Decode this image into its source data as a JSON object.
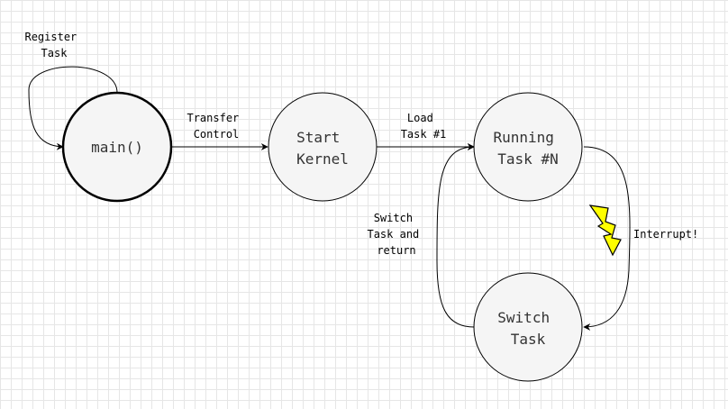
{
  "nodes": {
    "main": {
      "lines": [
        "main()"
      ]
    },
    "start_kernel": {
      "lines": [
        "Start",
        "Kernel"
      ]
    },
    "running_task": {
      "lines": [
        "Running",
        "Task #N"
      ]
    },
    "switch_task": {
      "lines": [
        "Switch",
        "Task"
      ]
    }
  },
  "edges": {
    "register_task": {
      "lines": [
        "Register",
        "Task"
      ]
    },
    "transfer_control": {
      "lines": [
        "Transfer",
        "Control"
      ]
    },
    "load_task": {
      "lines": [
        "Load",
        "Task #1"
      ]
    },
    "switch_return": {
      "lines": [
        "Switch",
        "Task and",
        "return"
      ]
    },
    "interrupt": {
      "lines": [
        "Interrupt!"
      ]
    }
  },
  "icons": {
    "interrupt": "lightning-bolt-icon"
  },
  "colors": {
    "node_fill": "#f5f5f5",
    "node_stroke": "#000000",
    "bolt_fill": "#ffff00",
    "edge_stroke": "#000000"
  }
}
